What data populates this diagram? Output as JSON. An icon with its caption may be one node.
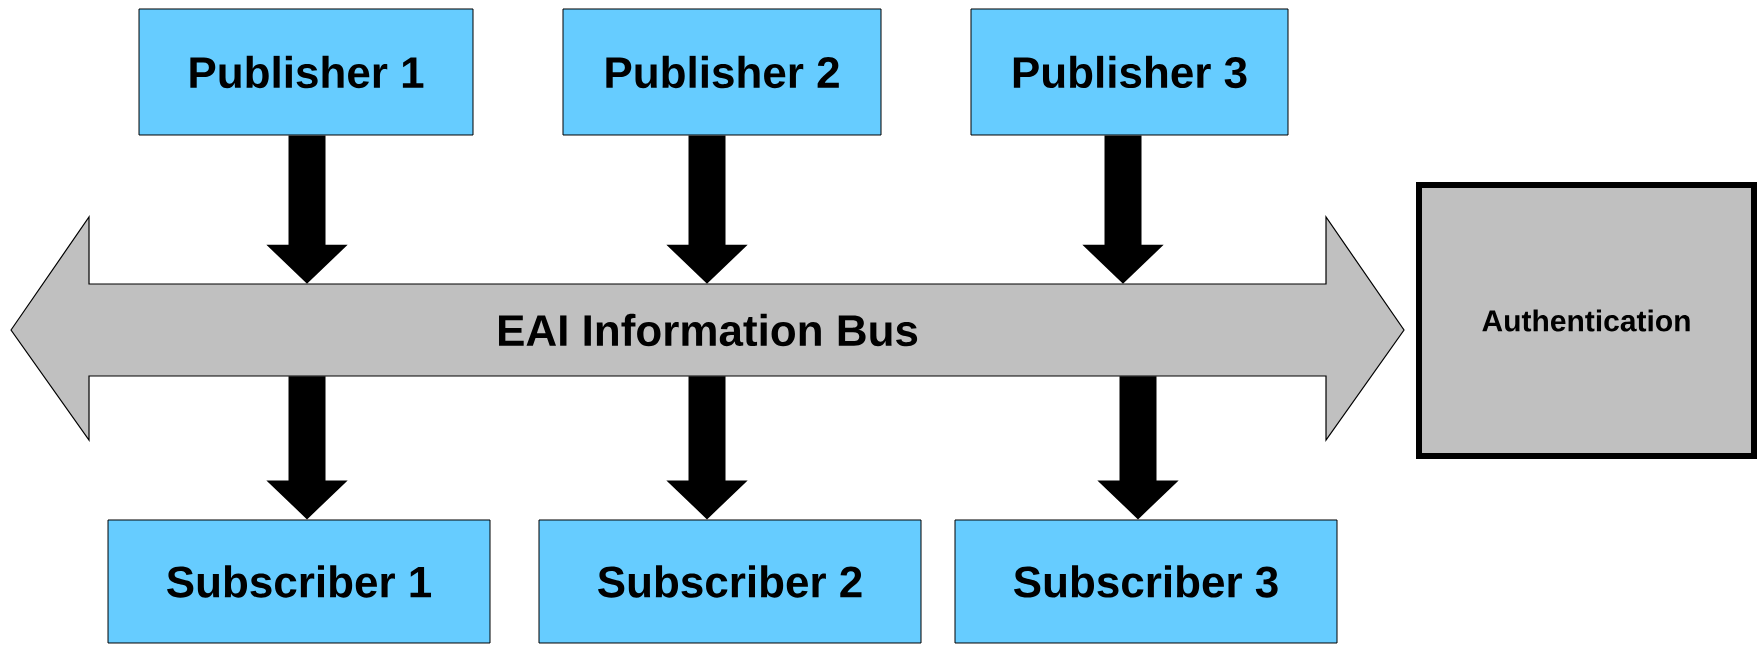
{
  "diagram": {
    "nodes": [
      {
        "text": [
          "Publisher 1"
        ]
      },
      {
        "text": [
          "Publisher 2"
        ]
      },
      {
        "text": [
          "Publisher 3"
        ]
      },
      {
        "text": [
          "EAI Information Bus"
        ]
      },
      {
        "text": [
          "Authentication"
        ]
      },
      {
        "text": [
          "Subscriber 1"
        ]
      },
      {
        "text": [
          "Subscriber 2"
        ]
      },
      {
        "text": [
          "Subscriber 3"
        ]
      }
    ],
    "edges": [
      {
        "from": 0,
        "to": 3,
        "arrow": "to"
      },
      {
        "from": 1,
        "to": 3,
        "arrow": "to"
      },
      {
        "from": 2,
        "to": 3,
        "arrow": "to"
      },
      {
        "from": 3,
        "to": 5,
        "arrow": "to"
      },
      {
        "from": 3,
        "to": 6,
        "arrow": "to"
      },
      {
        "from": 3,
        "to": 7,
        "arrow": "to"
      }
    ]
  }
}
